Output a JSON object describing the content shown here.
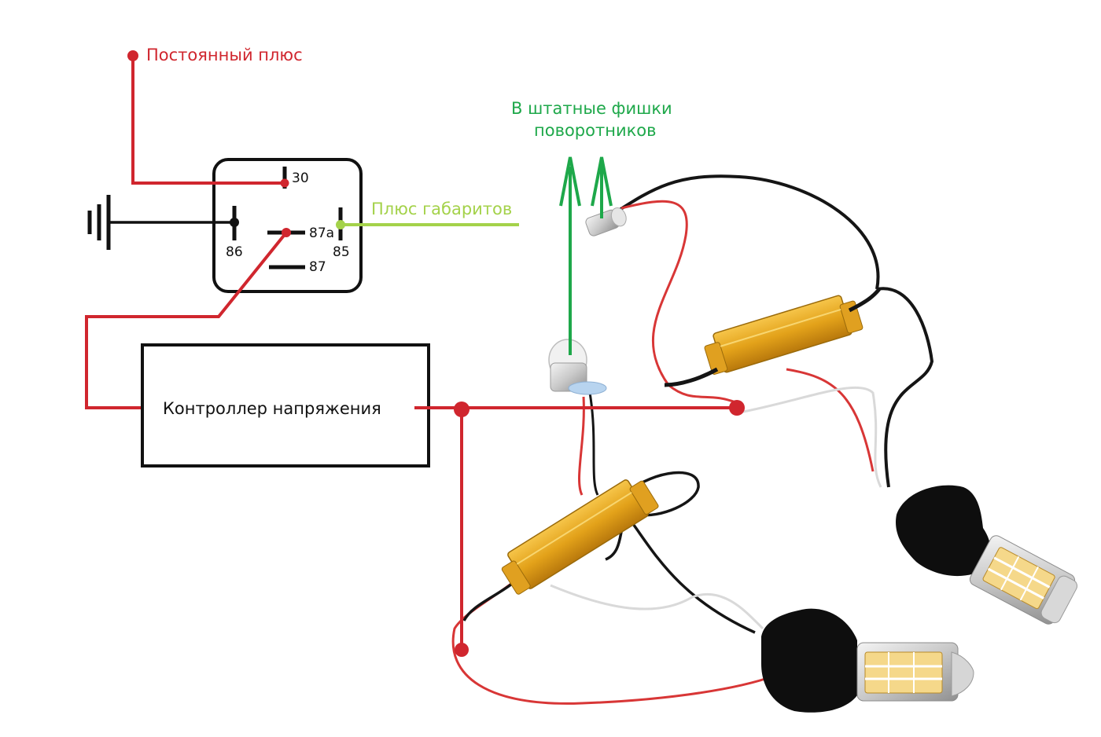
{
  "labels": {
    "constant_plus": "Постоянный плюс",
    "to_turn_signals_line1": "В штатные фишки",
    "to_turn_signals_line2": "поворотников",
    "parking_lights_plus": "Плюс габаритов",
    "voltage_controller": "Контроллер напряжения"
  },
  "relay_pins": {
    "p30": "30",
    "p86": "86",
    "p87a": "87a",
    "p85": "85",
    "p87": "87"
  },
  "colors": {
    "red_wire": "#d0262e",
    "green_arrow": "#1ea84a",
    "lime_wire": "#a4d24a",
    "black_wire": "#111111",
    "resistor_gold": "#e3a21a",
    "led_amber": "#f0c060"
  }
}
